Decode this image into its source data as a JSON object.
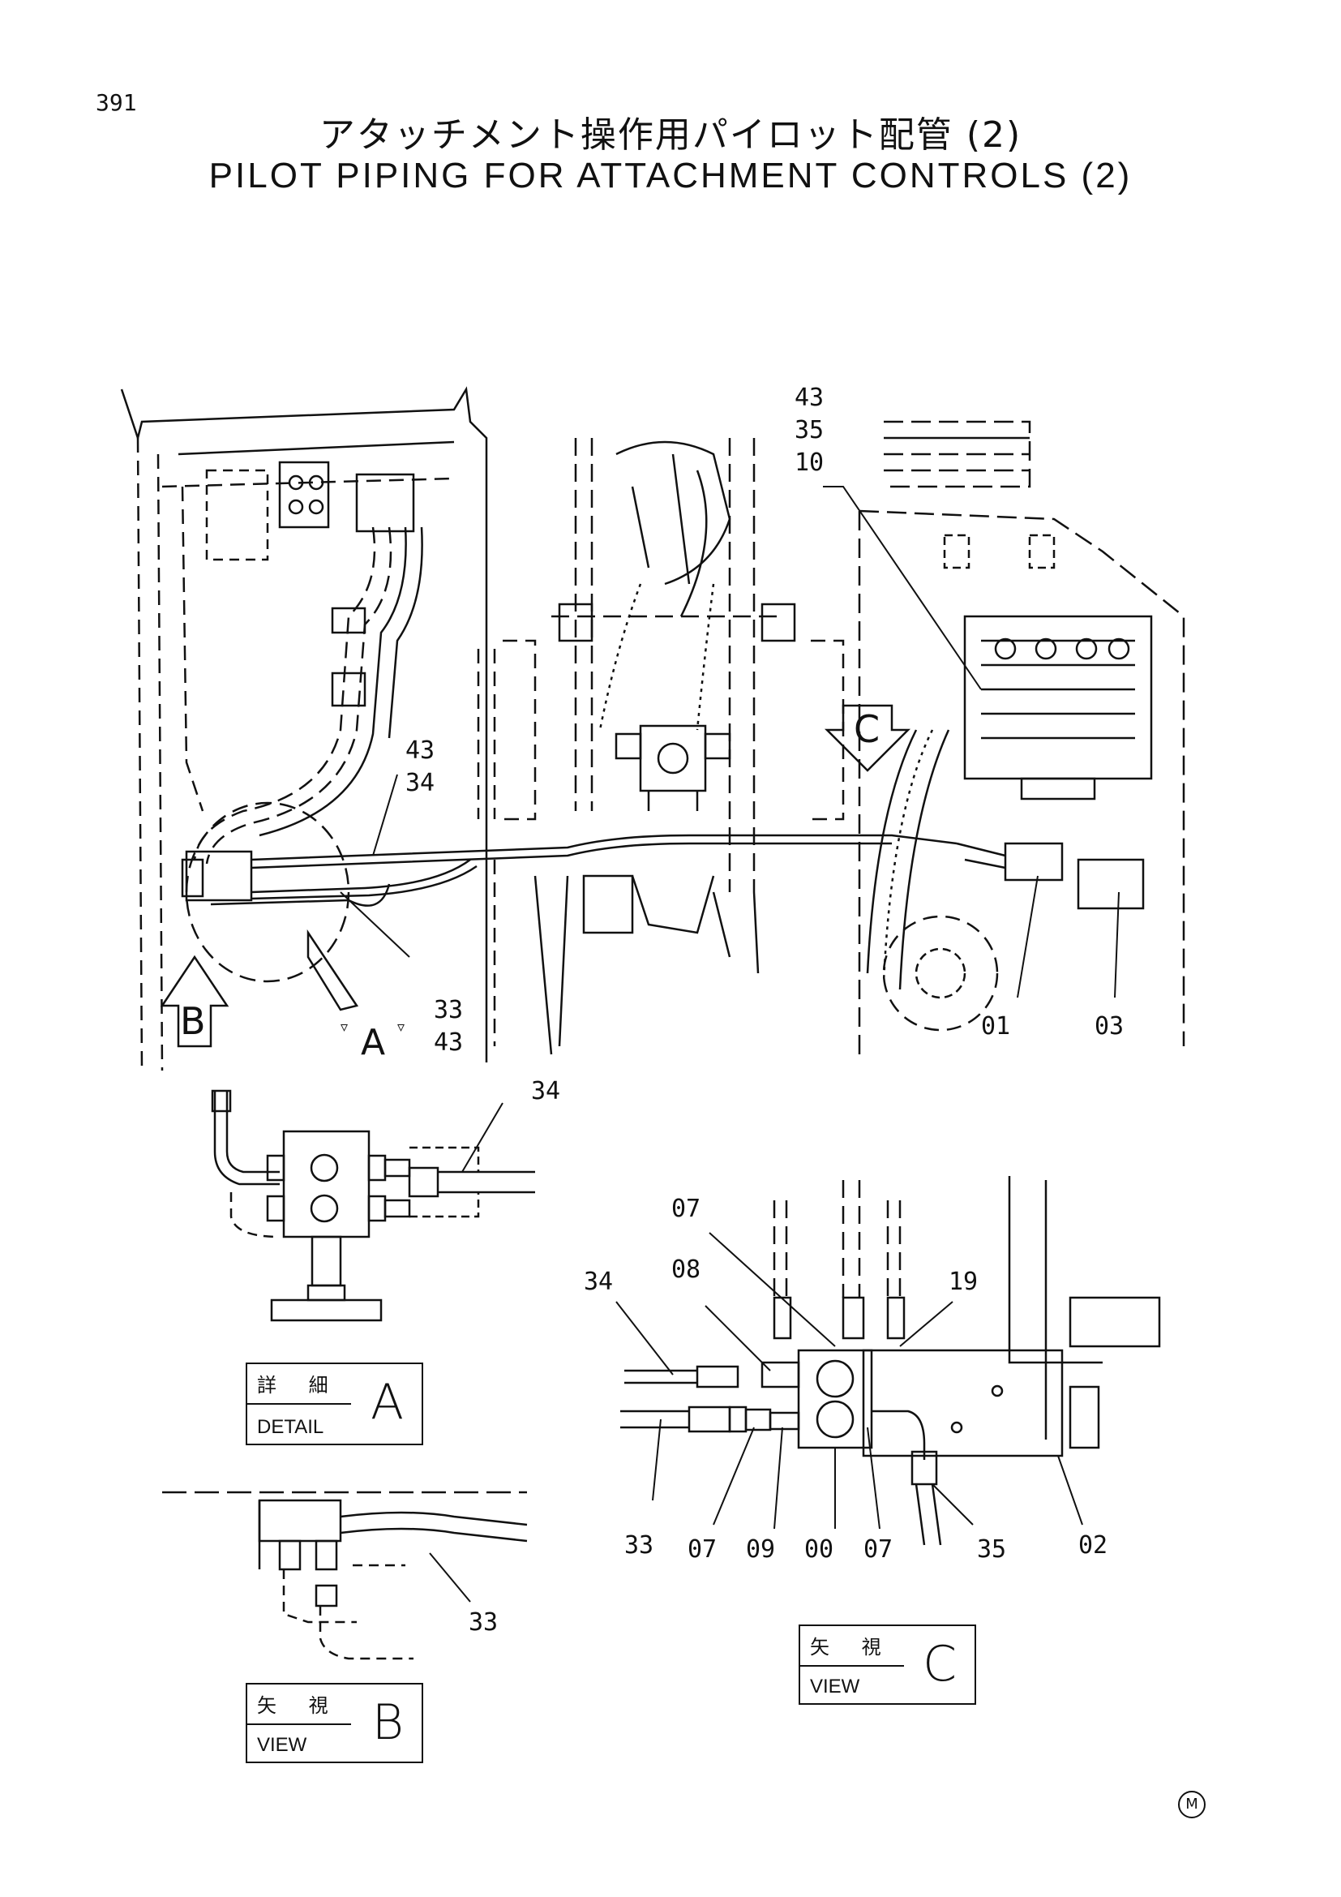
{
  "page_number": "391",
  "title_jp": "アタッチメント操作用パイロット配管 (2)",
  "title_en": "PILOT PIPING FOR ATTACHMENT CONTROLS (2)",
  "callouts": {
    "main_top_43": "43",
    "main_top_35": "35",
    "main_top_10": "10",
    "main_left_43": "43",
    "main_left_34": "34",
    "main_bottom_33": "33",
    "main_bottom_43": "43",
    "main_01": "01",
    "main_03": "03",
    "detailA_34": "34",
    "viewC_07a": "07",
    "viewC_08": "08",
    "viewC_34": "34",
    "viewC_19": "19",
    "viewC_33": "33",
    "viewC_07b": "07",
    "viewC_09": "09",
    "viewC_00": "00",
    "viewC_07c": "07",
    "viewC_35": "35",
    "viewC_02": "02",
    "viewB_33": "33"
  },
  "arrows": {
    "view_b_letter": "B",
    "view_c_letter": "C",
    "section_a_letter": "A"
  },
  "labels": {
    "detail_a": {
      "jp": "詳 細",
      "en": "DETAIL",
      "letter": "A"
    },
    "view_b": {
      "jp": "矢 視",
      "en": "VIEW",
      "letter": "B"
    },
    "view_c": {
      "jp": "矢 視",
      "en": "VIEW",
      "letter": "C"
    }
  },
  "mark": "M"
}
